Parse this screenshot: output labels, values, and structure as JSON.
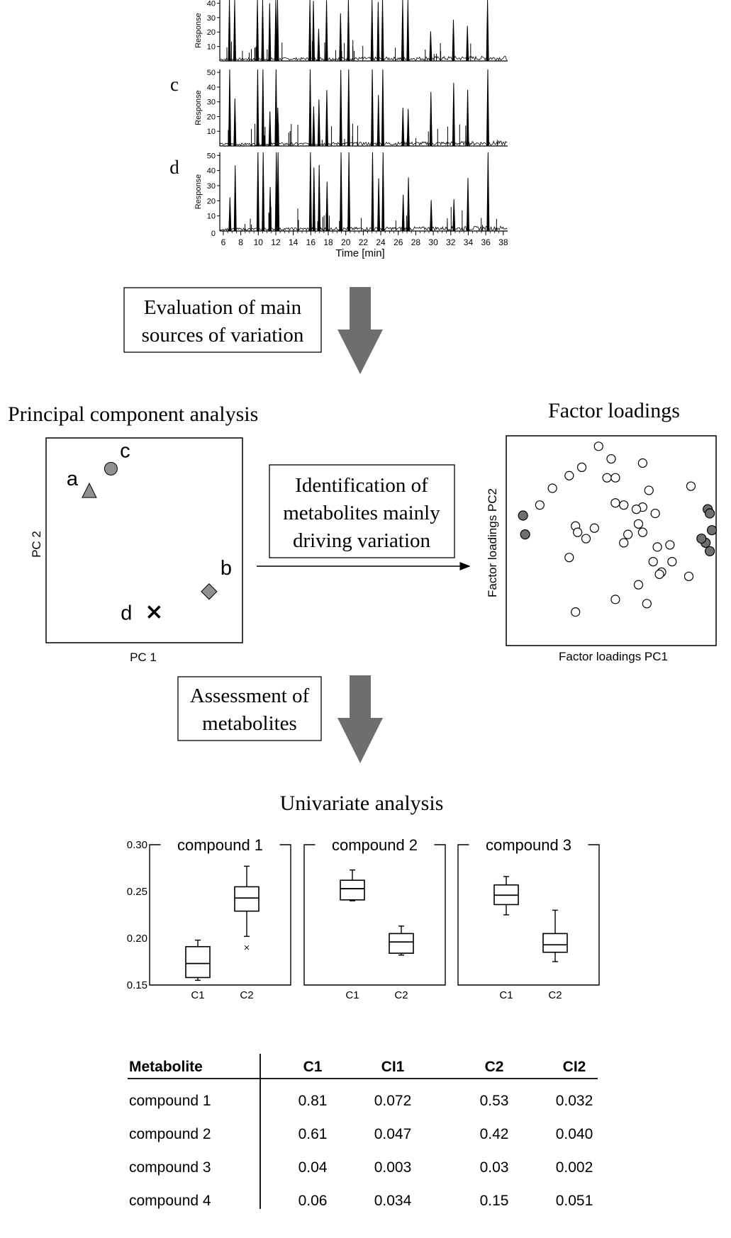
{
  "chromatograms": {
    "panels": [
      {
        "id": "b",
        "label": ""
      },
      {
        "id": "c",
        "label": "c"
      },
      {
        "id": "d",
        "label": "d"
      }
    ],
    "ylabel": "Response",
    "yticks": [
      "10",
      "20",
      "30",
      "40",
      "50"
    ],
    "top_partial_ticks": [
      "10",
      "20",
      "30",
      "40"
    ],
    "bottom_zero": "0",
    "xlabel": "Time [min]",
    "xticks": [
      "6",
      "8",
      "10",
      "12",
      "14",
      "16",
      "18",
      "20",
      "22",
      "24",
      "26",
      "28",
      "30",
      "32",
      "34",
      "36",
      "38"
    ]
  },
  "steps": {
    "evaluation": [
      "Evaluation of main",
      "sources of variation"
    ],
    "identification": [
      "Identification of",
      "metabolites mainly",
      "driving variation"
    ],
    "assessment": [
      "Assessment of",
      "metabolites"
    ]
  },
  "pca": {
    "title": "Principal component analysis",
    "xlabel": "PC 1",
    "ylabel": "PC 2",
    "points": [
      {
        "label": "a",
        "marker": "triangle",
        "x": 0.22,
        "y": 0.74
      },
      {
        "label": "c",
        "marker": "circle",
        "x": 0.33,
        "y": 0.85
      },
      {
        "label": "b",
        "marker": "diamond",
        "x": 0.83,
        "y": 0.25
      },
      {
        "label": "d",
        "marker": "cross",
        "x": 0.55,
        "y": 0.15
      }
    ]
  },
  "loadings": {
    "title": "Factor loadings",
    "xlabel": "Factor loadings PC1",
    "ylabel": "Factor loadings PC2",
    "colors": {
      "highlight": "#707070",
      "normal": "#ffffff"
    },
    "points": [
      [
        0.44,
        0.95
      ],
      [
        0.5,
        0.89
      ],
      [
        0.65,
        0.87
      ],
      [
        0.36,
        0.85
      ],
      [
        0.3,
        0.81
      ],
      [
        0.48,
        0.8
      ],
      [
        0.52,
        0.8
      ],
      [
        0.22,
        0.75
      ],
      [
        0.88,
        0.76
      ],
      [
        0.68,
        0.74
      ],
      [
        0.16,
        0.67
      ],
      [
        0.52,
        0.68
      ],
      [
        0.56,
        0.67
      ],
      [
        0.65,
        0.66
      ],
      [
        0.62,
        0.65
      ],
      [
        0.71,
        0.63
      ],
      [
        0.33,
        0.57
      ],
      [
        0.42,
        0.56
      ],
      [
        0.63,
        0.58
      ],
      [
        0.34,
        0.54
      ],
      [
        0.65,
        0.54
      ],
      [
        0.38,
        0.51
      ],
      [
        0.58,
        0.53
      ],
      [
        0.56,
        0.49
      ],
      [
        0.72,
        0.47
      ],
      [
        0.78,
        0.48
      ],
      [
        0.3,
        0.42
      ],
      [
        0.7,
        0.4
      ],
      [
        0.79,
        0.4
      ],
      [
        0.74,
        0.35
      ],
      [
        0.73,
        0.34
      ],
      [
        0.87,
        0.33
      ],
      [
        0.63,
        0.29
      ],
      [
        0.52,
        0.22
      ],
      [
        0.67,
        0.2
      ],
      [
        0.33,
        0.16
      ]
    ],
    "highlight_points": [
      [
        0.08,
        0.62
      ],
      [
        0.09,
        0.53
      ],
      [
        0.96,
        0.65
      ],
      [
        0.97,
        0.63
      ],
      [
        0.98,
        0.55
      ],
      [
        0.95,
        0.49
      ],
      [
        0.93,
        0.51
      ],
      [
        0.97,
        0.45
      ]
    ]
  },
  "univariate": {
    "title": "Univariate analysis",
    "yticks": [
      "0.30",
      "0.25",
      "0.20",
      "0.15"
    ],
    "groups": [
      "C1",
      "C2"
    ],
    "panels": [
      {
        "title": "compound 1",
        "boxes": [
          {
            "min": 0.155,
            "q1": 0.158,
            "median": 0.173,
            "q3": 0.191,
            "max": 0.198
          },
          {
            "min": 0.202,
            "q1": 0.229,
            "median": 0.243,
            "q3": 0.255,
            "max": 0.277,
            "outlier": 0.19
          }
        ]
      },
      {
        "title": "compound 2",
        "boxes": [
          {
            "min": 0.24,
            "q1": 0.241,
            "median": 0.253,
            "q3": 0.262,
            "max": 0.273
          },
          {
            "min": 0.182,
            "q1": 0.184,
            "median": 0.196,
            "q3": 0.205,
            "max": 0.213
          }
        ]
      },
      {
        "title": "compound 3",
        "boxes": [
          {
            "min": 0.225,
            "q1": 0.236,
            "median": 0.246,
            "q3": 0.257,
            "max": 0.266
          },
          {
            "min": 0.175,
            "q1": 0.185,
            "median": 0.193,
            "q3": 0.205,
            "max": 0.23
          }
        ]
      }
    ]
  },
  "table": {
    "headers": [
      "Metabolite",
      "C1",
      "CI1",
      "C2",
      "CI2"
    ],
    "rows": [
      [
        "compound 1",
        "0.81",
        "0.072",
        "0.53",
        "0.032"
      ],
      [
        "compound 2",
        "0.61",
        "0.047",
        "0.42",
        "0.040"
      ],
      [
        "compound 3",
        "0.04",
        "0.003",
        "0.03",
        "0.002"
      ],
      [
        "compound 4",
        "0.06",
        "0.034",
        "0.15",
        "0.051"
      ]
    ]
  }
}
